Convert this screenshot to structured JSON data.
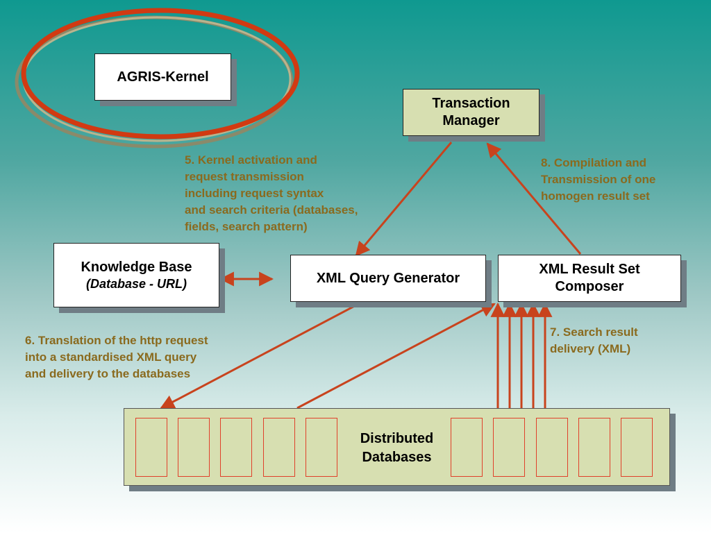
{
  "colors": {
    "arrow": "#c8431d",
    "note_text": "#8a6a1e",
    "green_box": "#d7dfb1",
    "ellipse": "#d13a12",
    "ellipse_shadow": "#8a8a6a"
  },
  "boxes": {
    "agris_kernel": "AGRIS-Kernel",
    "transaction_manager": [
      "Transaction",
      "Manager"
    ],
    "knowledge_base": {
      "title": "Knowledge Base",
      "subtitle": "(Database - URL)"
    },
    "xml_query_generator": "XML Query Generator",
    "xml_result_set_composer": [
      "XML Result Set",
      "Composer"
    ],
    "distributed_databases": [
      "Distributed",
      "Databases"
    ]
  },
  "notes": {
    "step5": "5. Kernel activation and\nrequest transmission\nincluding request syntax\nand search criteria (databases,\nfields, search pattern)",
    "step6": "6. Translation of the http request\ninto a standardised XML query\nand delivery to the databases",
    "step7": "7. Search result\ndelivery (XML)",
    "step8": "8. Compilation and\nTransmission of one\nhomogen result set"
  }
}
